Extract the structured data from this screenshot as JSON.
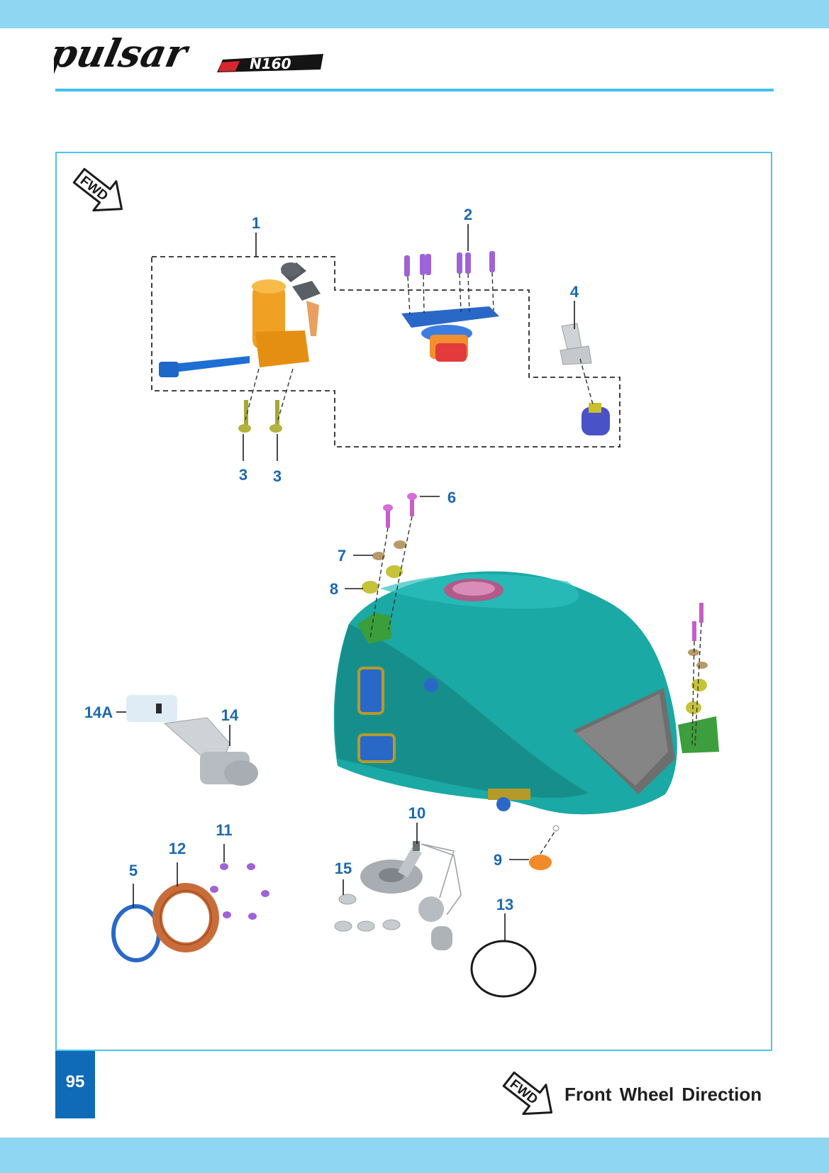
{
  "header": {
    "brand_script": "pulsar",
    "model_badge": "N160"
  },
  "diagram": {
    "fwd_badge": "FWD",
    "callouts": {
      "c1": "1",
      "c2": "2",
      "c3a": "3",
      "c3b": "3",
      "c4": "4",
      "c5": "5",
      "c6": "6",
      "c7": "7",
      "c8": "8",
      "c9": "9",
      "c10": "10",
      "c11": "11",
      "c12": "12",
      "c13": "13",
      "c14": "14",
      "c14a": "14A",
      "c15": "15"
    }
  },
  "footer": {
    "page_number": "95",
    "fwd_badge": "FWD",
    "legend_text": "Front Wheel Direction"
  },
  "colors": {
    "band": "#8fd6f3",
    "rule": "#44c1ee",
    "callout": "#1c69b0",
    "page_box": "#0f6ab8",
    "tank": "#1aa9a5"
  }
}
